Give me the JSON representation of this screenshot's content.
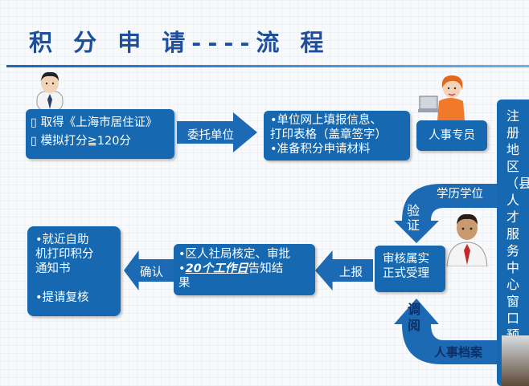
{
  "title": "积 分 申 请----流 程",
  "nodes": {
    "step1": {
      "lines": [
        "取得《上海市居住证》",
        "模拟打分≧120分"
      ]
    },
    "step2": {
      "lines": [
        "•单位网上填报信息、",
        "打印表格（盖章签字）",
        "•准备积分申请材料"
      ]
    },
    "step_hr": {
      "label": "人事专员"
    },
    "district_window": {
      "text": "注册地区（县）人才服务中心窗口预受"
    },
    "review": {
      "lines": [
        "审核属实",
        "正式受理"
      ]
    },
    "approval": {
      "line1": "•区人社局核定、审批",
      "days": "20个工作日",
      "line2_rest": "告知结",
      "line3": "果"
    },
    "final": {
      "lines": [
        "•就近自助",
        "机打印积分",
        "通知书",
        "",
        "•提请复核"
      ]
    }
  },
  "arrows": {
    "entrust": "委托单位",
    "verify": "验证",
    "degree": "学历学位",
    "submit": "上报",
    "confirm": "确认",
    "consult": "调阅",
    "archive": "人事档案"
  },
  "colors": {
    "box": "#1669b0",
    "title": "#1d4f9c",
    "text_dark": "#0d2f66"
  }
}
